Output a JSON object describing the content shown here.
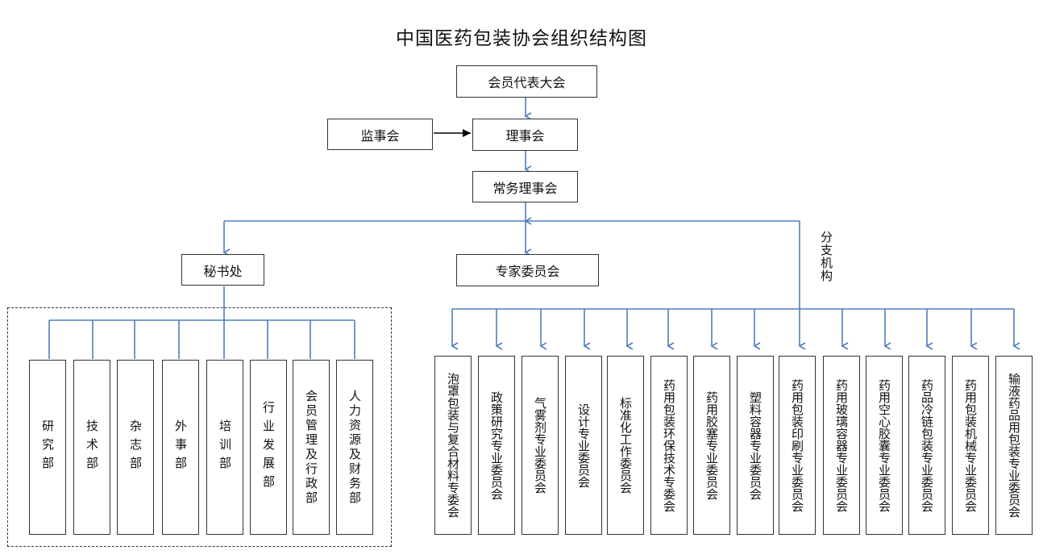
{
  "title": "中国医药包装协会组织结构图",
  "top_nodes": {
    "congress": "会员代表大会",
    "supervisors": "监事会",
    "council": "理事会",
    "standing_council": "常务理事会"
  },
  "mid_nodes": {
    "secretariat": "秘书处",
    "expert_committee": "专家委员会"
  },
  "branch_label": "分支机构",
  "departments": [
    "研究部",
    "技术部",
    "杂志部",
    "外事部",
    "培训部",
    "行业发展部",
    "会员管理及行政部",
    "人力资源及财务部"
  ],
  "committees": [
    "泡罩包装与复合材料专委会",
    "政策研究专业委员会",
    "气雾剂专业委员会",
    "设计专业委员会",
    "标准化工作委员会",
    "药用包装环保技术专委会",
    "药用胶塞专业委员会",
    "塑料容器专业委员会",
    "药用包装印刷专业委员会",
    "药用玻璃容器专业委员会",
    "药用空心胶囊专业委员会",
    "药品冷链包装专业委员会",
    "药用包装机械专业委员会",
    "输液药品用包装专业委员会"
  ],
  "colors": {
    "connector": "#4f7fc0",
    "arrow_dark": "#000000",
    "border": "#333333"
  }
}
